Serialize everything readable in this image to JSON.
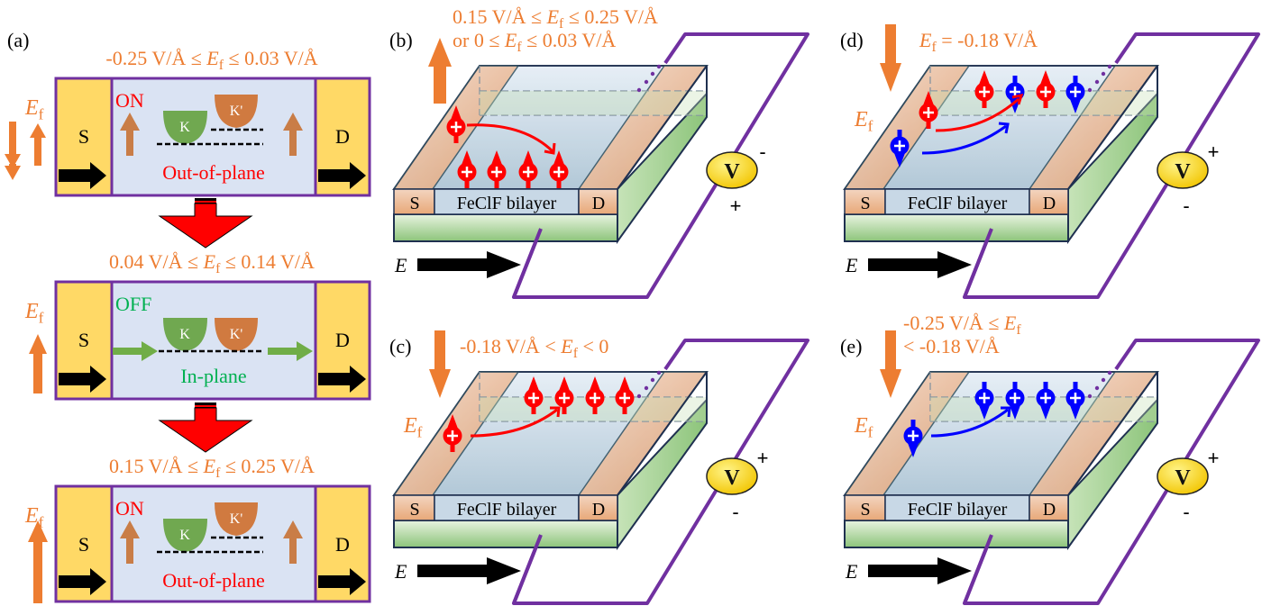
{
  "colors": {
    "orange": "#ED7D31",
    "purple": "#7030A0",
    "red": "#FF0000",
    "blue": "#0000FF",
    "green_text": "#00B050",
    "electrode": "#FFD966",
    "channel": "#DAE3F3",
    "valley_K": "#70A850",
    "valley_Kp": "#D07A40",
    "voltmeter": "#FFD700"
  },
  "panel_a": {
    "label": "(a)",
    "states": [
      {
        "condition": "-0.25 V/Å ≤ E_f ≤ 0.03 V/Å",
        "cond_parts": [
          "-0.25 V/Å ≤ ",
          "E",
          "f",
          " ≤ 0.03 V/Å"
        ],
        "status": "ON",
        "mode": "Out-of-plane",
        "ef_arrows": "down-up",
        "status_color": "red"
      },
      {
        "condition": "0.04 V/Å ≤ E_f ≤ 0.14 V/Å",
        "cond_parts": [
          "0.04 V/Å ≤ ",
          "E",
          "f",
          " ≤ 0.14 V/Å"
        ],
        "status": "OFF",
        "mode": "In-plane",
        "ef_arrows": "up",
        "status_color": "green"
      },
      {
        "condition": "0.15 V/Å ≤ E_f ≤ 0.25 V/Å",
        "cond_parts": [
          "0.15 V/Å ≤ ",
          "E",
          "f",
          " ≤ 0.25 V/Å"
        ],
        "status": "ON",
        "mode": "Out-of-plane",
        "ef_arrows": "up-long",
        "status_color": "red"
      }
    ],
    "source": "S",
    "drain": "D",
    "valley_K": "K",
    "valley_Kp": "K'",
    "ef_symbol": "E",
    "ef_sub": "f"
  },
  "devices": [
    {
      "id": "b",
      "label": "(b)",
      "cond_lines": [
        [
          "0.15 V/Å ≤ ",
          "E",
          "f",
          " ≤ 0.25 V/Å"
        ],
        [
          "or 0 ≤ ",
          "E",
          "f",
          " ≤ 0.03 V/Å"
        ]
      ],
      "ef_arrow": "up",
      "show_ef_label": false,
      "volt_top": "-",
      "volt_bottom": "+",
      "carriers_edge": [
        "up"
      ],
      "carriers_row": [
        "up",
        "up",
        "up",
        "up"
      ],
      "row_position": "front"
    },
    {
      "id": "c",
      "label": "(c)",
      "cond_lines": [
        [
          "-0.18 V/Å < ",
          "E",
          "f",
          " < 0"
        ]
      ],
      "ef_arrow": "down",
      "show_ef_label": true,
      "volt_top": "+",
      "volt_bottom": "-",
      "carriers_edge": [
        "up"
      ],
      "carriers_row": [
        "up",
        "up",
        "up",
        "up"
      ],
      "row_position": "back"
    },
    {
      "id": "d",
      "label": "(d)",
      "cond_lines": [
        [
          "",
          "E",
          "f",
          " = -0.18 V/Å"
        ]
      ],
      "ef_arrow": "down",
      "show_ef_label": true,
      "volt_top": "+",
      "volt_bottom": "-",
      "carriers_edge": [
        "up",
        "down"
      ],
      "carriers_row": [
        "up",
        "down",
        "up",
        "down"
      ],
      "row_position": "back"
    },
    {
      "id": "e",
      "label": "(e)",
      "cond_lines": [
        [
          "-0.25 V/Å ≤ ",
          "E",
          "f",
          ""
        ],
        [
          "< -0.18 V/Å",
          "",
          "",
          ""
        ]
      ],
      "ef_arrow": "down",
      "show_ef_label": true,
      "volt_top": "+",
      "volt_bottom": "-",
      "carriers_edge": [
        "down"
      ],
      "carriers_row": [
        "down",
        "down",
        "down",
        "down"
      ],
      "row_position": "back"
    }
  ],
  "device_common": {
    "source": "S",
    "channel": "FeClF bilayer",
    "drain": "D",
    "field_label": "E",
    "voltmeter": "V",
    "ef_symbol": "E",
    "ef_sub": "f"
  }
}
